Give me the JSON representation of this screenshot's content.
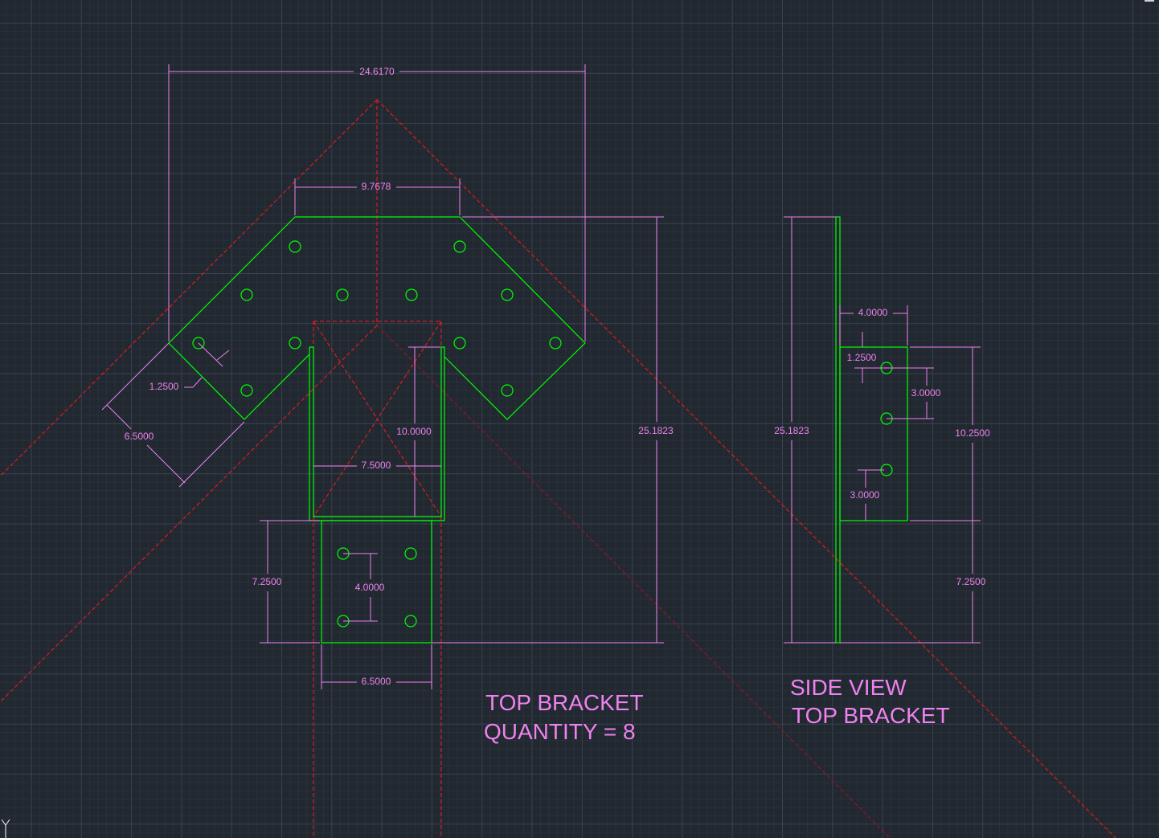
{
  "viewport": {
    "background": "#212830",
    "grid_minor_color": "#2a313c",
    "grid_major_color": "#3a4254",
    "ucs_icon_label": "Y"
  },
  "colors": {
    "geometry": "#00ff00",
    "dimensions": "#ee82ee",
    "centerlines": "#ff1a1a"
  },
  "front_view": {
    "dims": {
      "overall_width": "24.6170",
      "top_edge": "9.7678",
      "overall_height": "25.1823",
      "channel_depth": "10.0000",
      "channel_width": "7.5000",
      "plate_height": "7.2500",
      "hole_spacing": "4.0000",
      "plate_width": "6.5000",
      "arm_width": "6.5000",
      "hole_edge": "1.2500"
    },
    "title_line1": "TOP BRACKET",
    "title_line2": "QUANTITY = 8"
  },
  "side_view": {
    "dims": {
      "overall_height": "25.1823",
      "flange_width": "4.0000",
      "hole_edge": "1.2500",
      "hole_spacing_top": "3.0000",
      "hole_spacing_bottom": "3.0000",
      "flange_height": "10.2500",
      "lower_height": "7.2500"
    },
    "title_line1": "SIDE VIEW",
    "title_line2": "TOP BRACKET"
  }
}
